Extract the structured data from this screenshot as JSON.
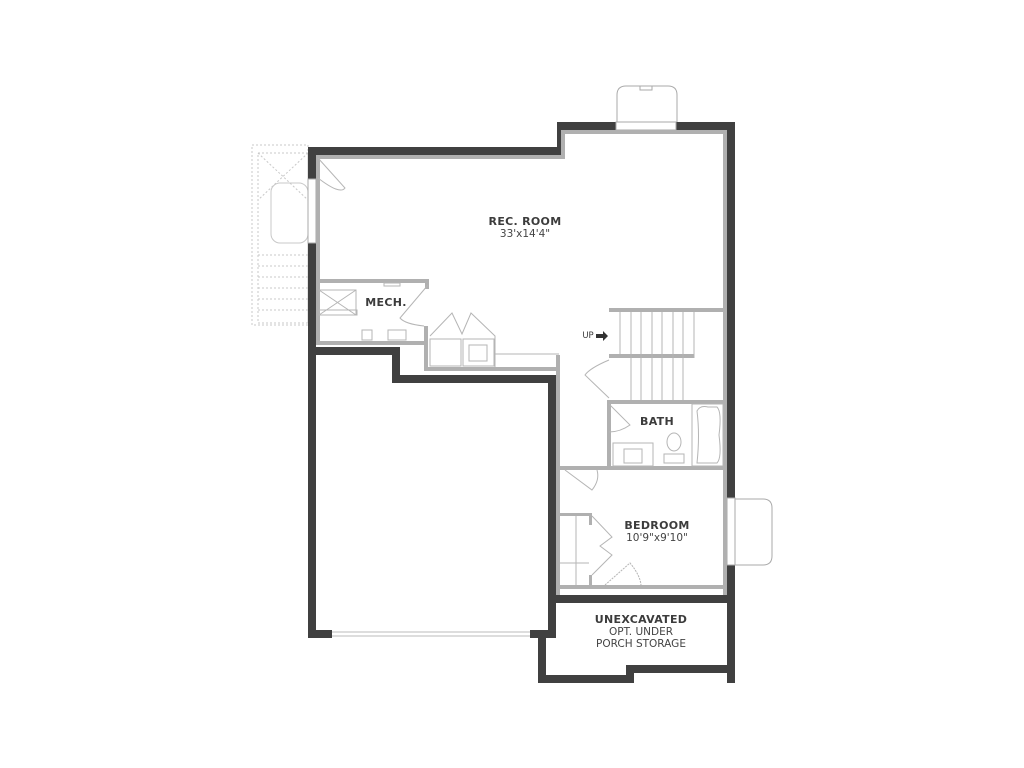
{
  "plan": {
    "rooms": {
      "rec_room": {
        "name": "REC. ROOM",
        "size": "33'x14'4\""
      },
      "mech": {
        "name": "MECH."
      },
      "bath": {
        "name": "BATH"
      },
      "bedroom": {
        "name": "BEDROOM",
        "size": "10'9\"x9'10\""
      },
      "unexcavated": {
        "name": "UNEXCAVATED",
        "note_line1": "OPT. UNDER",
        "note_line2": "PORCH STORAGE"
      }
    },
    "stair_label": "UP",
    "colors": {
      "exterior_wall": "#404040",
      "interior_wall": "#b0b0b0",
      "fixture": "#b5b5b5",
      "text": "#3c3c3c"
    }
  }
}
